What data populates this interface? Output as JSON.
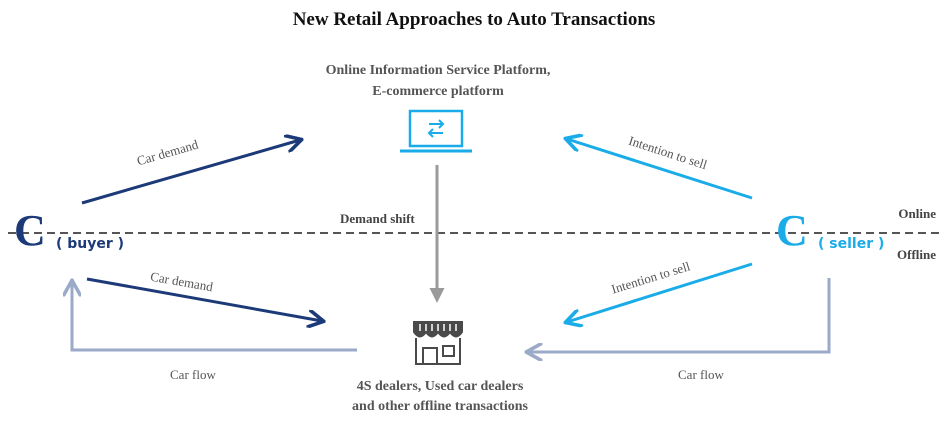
{
  "title": "New Retail Approaches to Auto Transactions",
  "platform": {
    "line1": "Online Information Service Platform,",
    "line2": "E-commerce platform"
  },
  "dealers": {
    "line1": "4S dealers, Used car dealers",
    "line2": "and other offline transactions"
  },
  "buyer": {
    "letter": "C",
    "role": "( buyer )"
  },
  "seller": {
    "letter": "C",
    "role": "( seller )"
  },
  "divider": {
    "online": "Online",
    "offline": "Offline"
  },
  "arrows": {
    "buyer_online_demand": "Car demand",
    "buyer_offline_demand": "Car demand",
    "seller_online_intention": "Intention to sell",
    "seller_offline_intention": "Intention to sell",
    "demand_shift": "Demand shift",
    "car_flow_left": "Car flow",
    "car_flow_right": "Car flow"
  },
  "colors": {
    "buyer": "#1c3a78",
    "seller": "#1aace8",
    "flow": "#9aaac8",
    "shift": "#9a9a9a",
    "divider": "#555555"
  },
  "icons": {
    "platform": "laptop-exchange-icon",
    "dealers": "storefront-icon"
  }
}
